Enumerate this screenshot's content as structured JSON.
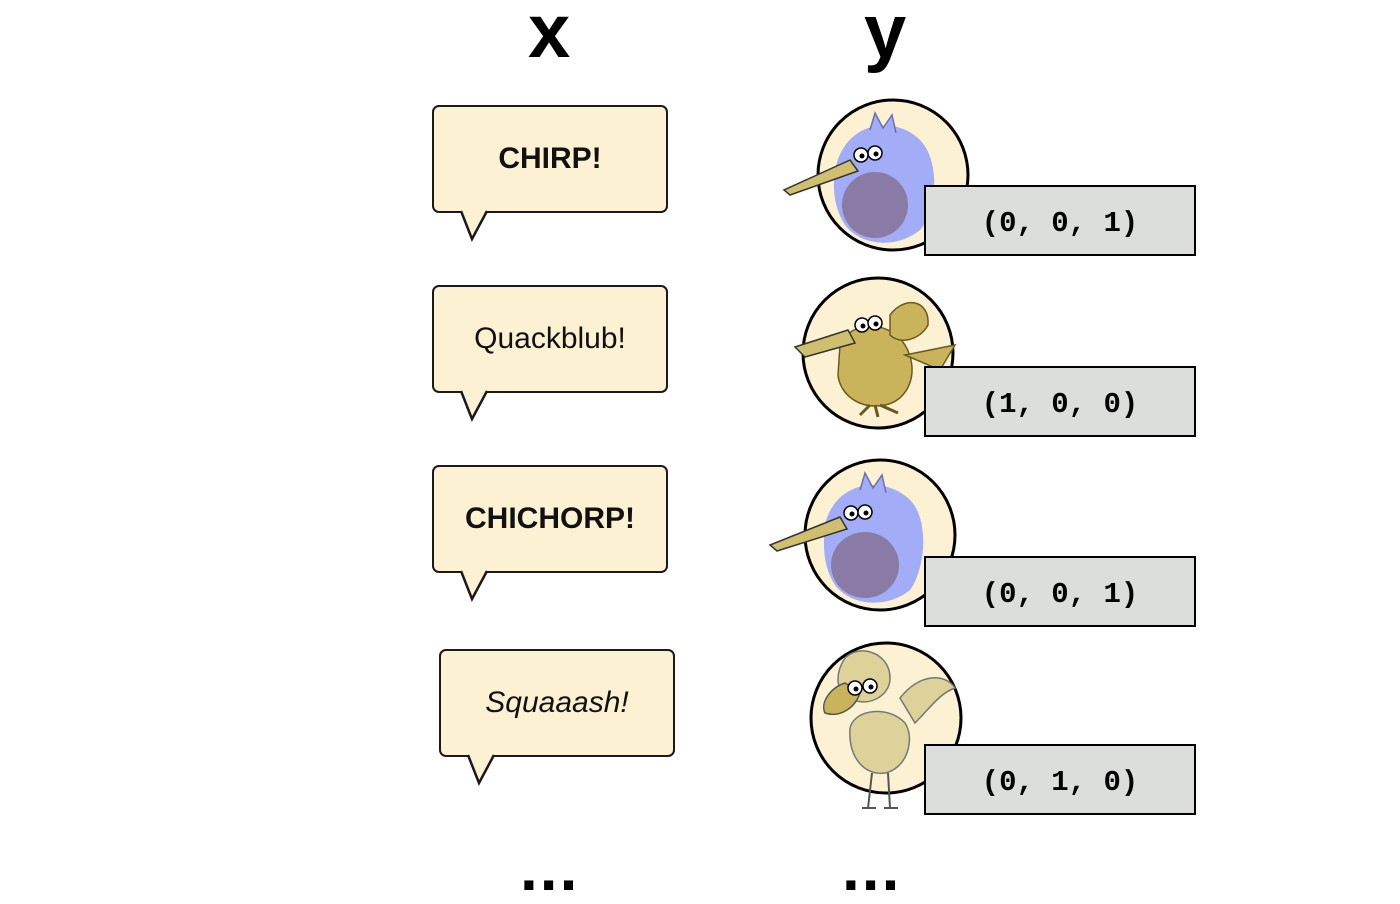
{
  "headers": {
    "x": "x",
    "y": "y"
  },
  "rows": [
    {
      "sound": "CHIRP!",
      "style": "bold",
      "bird": "blue-bird-icon",
      "label": "(0, 0, 1)"
    },
    {
      "sound": "Quackblub!",
      "style": "normal",
      "bird": "yellow-duck-bird-icon",
      "label": "(1, 0, 0)"
    },
    {
      "sound": "CHICHORP!",
      "style": "bold",
      "bird": "blue-bird-icon",
      "label": "(0, 0, 1)"
    },
    {
      "sound": "Squaaash!",
      "style": "italic",
      "bird": "tan-long-legged-bird-icon",
      "label": "(0, 1, 0)"
    }
  ],
  "ellipsis": {
    "x": "...",
    "y": "..."
  },
  "colors": {
    "bubble_fill": "#fdf1d4",
    "circle_fill": "#fdf1d4",
    "label_fill": "#dcdedc",
    "blue_bird": "#a3acf6",
    "blue_bird_belly": "#8a7aa6",
    "beak": "#d0bf6f",
    "duck": "#c9b45c",
    "tan_bird": "#ddd39a"
  }
}
